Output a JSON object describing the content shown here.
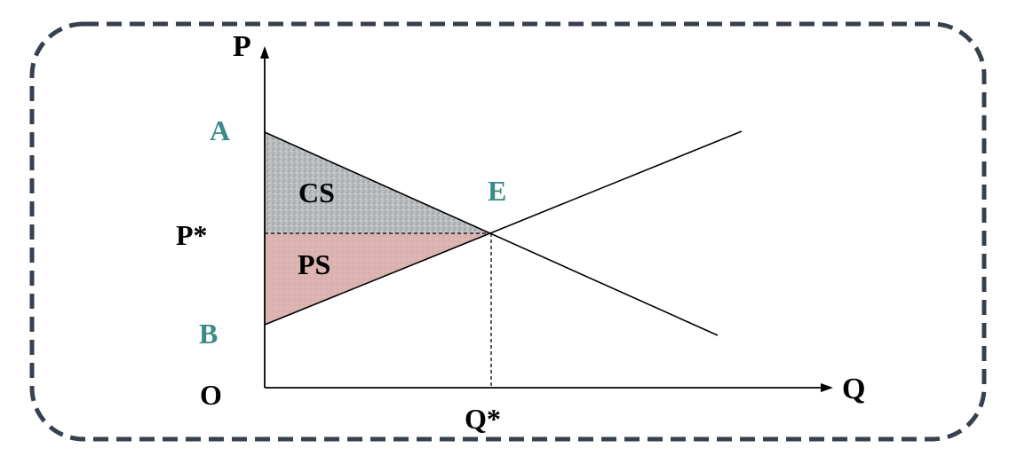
{
  "labels": {
    "price_axis": "P",
    "quantity_axis": "Q",
    "origin": "O",
    "point_a": "A",
    "point_b": "B",
    "point_e": "E",
    "equilibrium_price": "P*",
    "equilibrium_quantity": "Q*",
    "consumer_surplus": "CS",
    "producer_surplus": "PS"
  },
  "colors": {
    "frame": "#36404e",
    "teal_label": "#3a8a86",
    "cs_fill": "#b9bcbe",
    "ps_fill": "#dbb3b1",
    "line": "#000000"
  }
}
